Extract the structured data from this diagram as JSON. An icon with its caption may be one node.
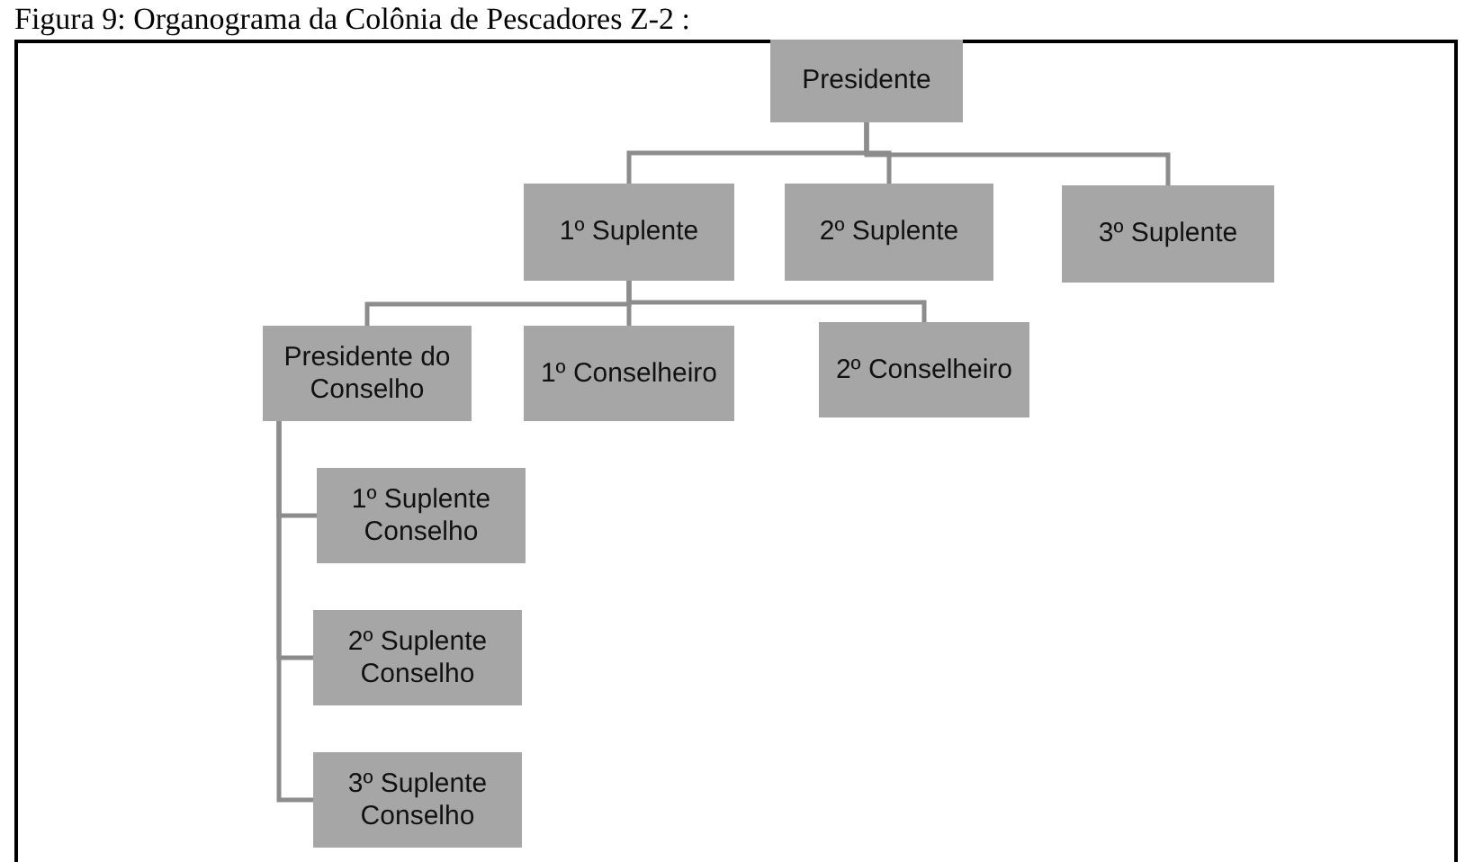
{
  "diagram": {
    "title": "Figura 9: Organograma da Colônia de Pescadores Z-2 :",
    "nodes": [
      {
        "text": [
          "Presidente"
        ]
      },
      {
        "text": [
          "1º Suplente"
        ]
      },
      {
        "text": [
          "2º Suplente"
        ]
      },
      {
        "text": [
          "3º Suplente"
        ]
      },
      {
        "text": [
          "Presidente do Conselho"
        ]
      },
      {
        "text": [
          "1º Conselheiro"
        ]
      },
      {
        "text": [
          "2º Conselheiro"
        ]
      },
      {
        "text": [
          "1º Suplente Conselho"
        ]
      },
      {
        "text": [
          "2º Suplente Conselho"
        ]
      },
      {
        "text": [
          "3º Suplente Conselho"
        ]
      }
    ],
    "edges": [
      {
        "from": 0,
        "to": 1,
        "arrow": "none"
      },
      {
        "from": 0,
        "to": 2,
        "arrow": "none"
      },
      {
        "from": 0,
        "to": 3,
        "arrow": "none"
      },
      {
        "from": 1,
        "to": 4,
        "arrow": "none"
      },
      {
        "from": 1,
        "to": 5,
        "arrow": "none"
      },
      {
        "from": 1,
        "to": 6,
        "arrow": "none"
      },
      {
        "from": 4,
        "to": 7,
        "arrow": "none"
      },
      {
        "from": 4,
        "to": 8,
        "arrow": "none"
      },
      {
        "from": 4,
        "to": 9,
        "arrow": "none"
      }
    ]
  }
}
